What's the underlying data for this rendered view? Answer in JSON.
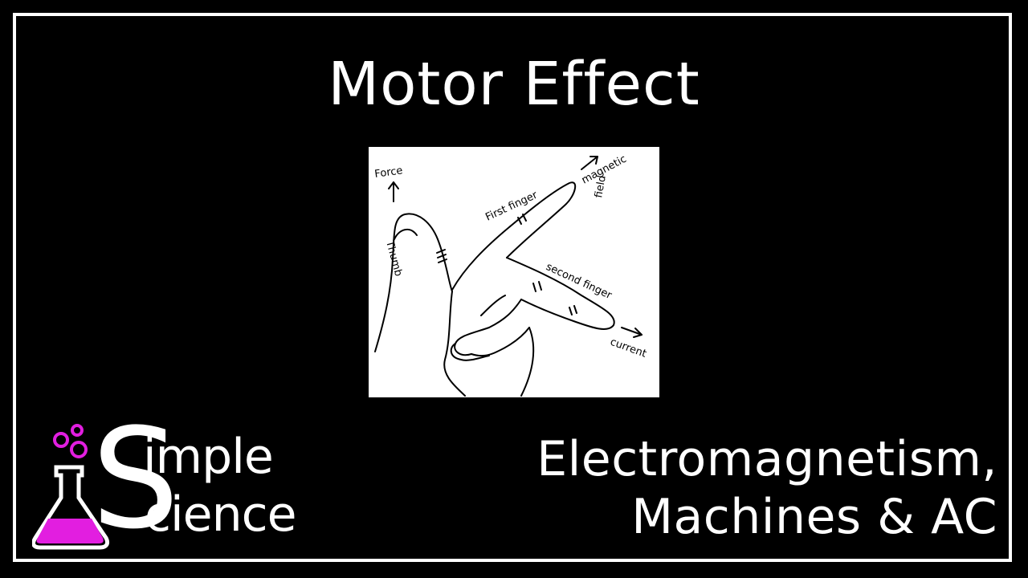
{
  "title": "Motor Effect",
  "diagram": {
    "labels": {
      "force": "Force",
      "thumb": "Thumb",
      "first_finger": "First finger",
      "magnetic": "magnetic",
      "field": "field",
      "second_finger": "second finger",
      "current": "current"
    }
  },
  "logo": {
    "big_letter": "S",
    "line1": "imple",
    "line2": "cience",
    "accent_color": "#e21ee0",
    "icon": "flask-icon"
  },
  "subtitle": {
    "line1": "Electromagnetism,",
    "line2": "Machines & AC"
  },
  "colors": {
    "background": "#000000",
    "foreground": "#ffffff",
    "accent": "#e21ee0"
  }
}
